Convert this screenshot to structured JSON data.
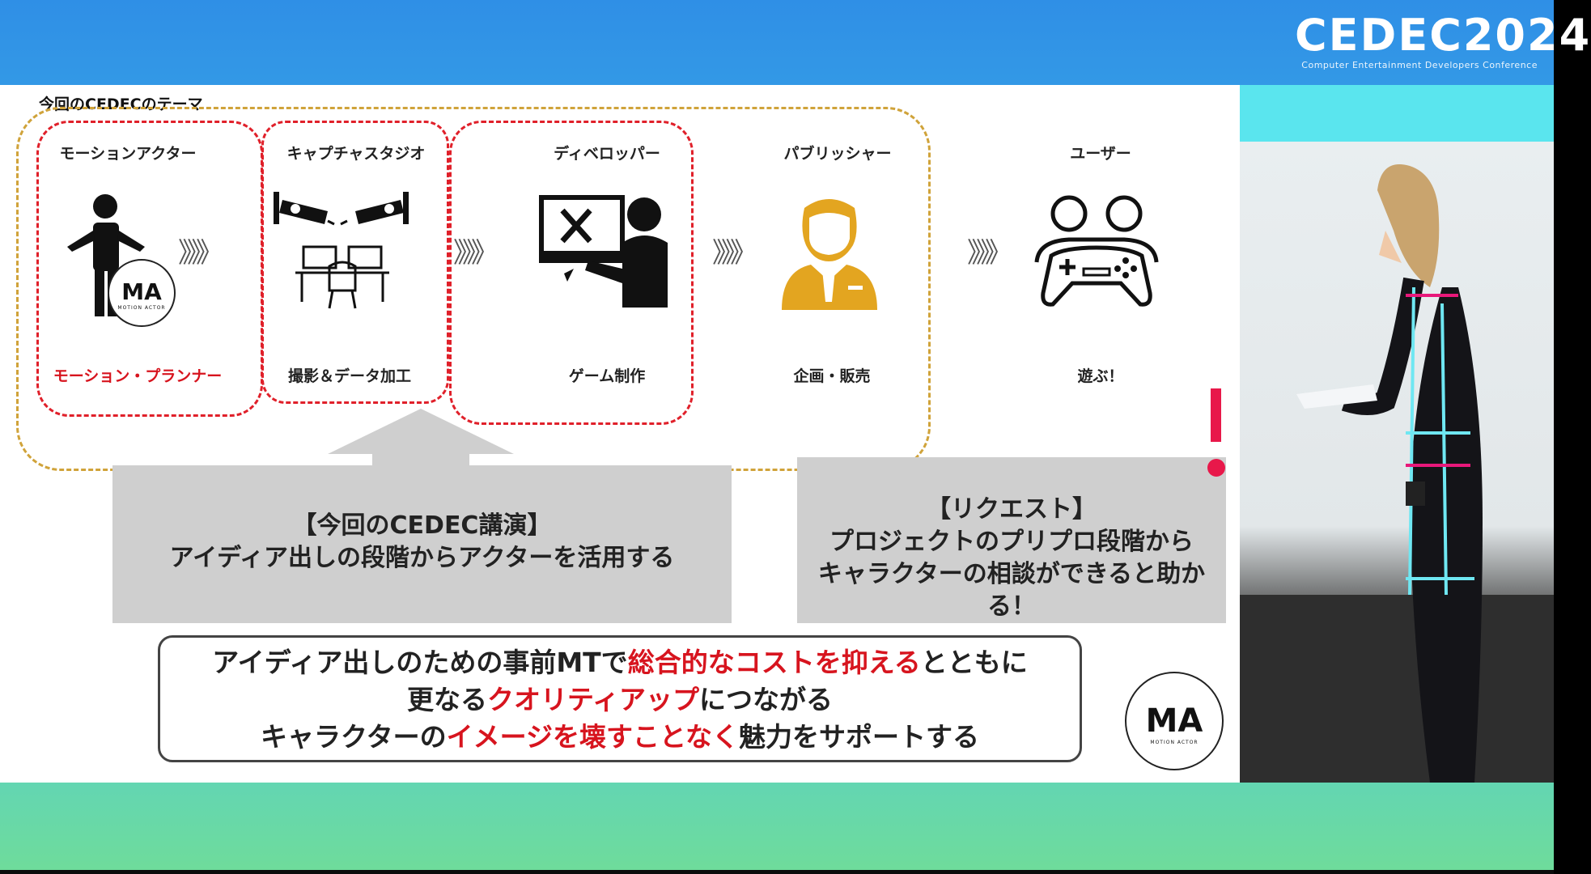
{
  "event_logo": {
    "main": "CEDEC2024",
    "sub": "Computer Entertainment Developers Conference"
  },
  "slide": {
    "theme_title": "今回のCEDECのテーマ",
    "steps": [
      {
        "title": "モーションアクター",
        "subtitle": "モーション・プランナー",
        "icon": "motion-actor-icon"
      },
      {
        "title": "キャプチャスタジオ",
        "subtitle": "撮影＆データ加工",
        "icon": "capture-studio-icon"
      },
      {
        "title": "ディベロッパー",
        "subtitle": "ゲーム制作",
        "icon": "developer-icon"
      },
      {
        "title": "パブリッシャー",
        "subtitle": "企画・販売",
        "icon": "publisher-icon"
      },
      {
        "title": "ユーザー",
        "subtitle": "遊ぶ！",
        "icon": "user-gamepad-icon"
      }
    ],
    "chevron": "》》》",
    "lecture_box": {
      "line1": "【今回のCEDEC講演】",
      "line2": "アイディア出しの段階からアクターを活用する"
    },
    "request_box": {
      "line1": "【リクエスト】",
      "line2": "プロジェクトのプリプロ段階から",
      "line3": "キャラクターの相談ができると助かる！"
    },
    "summary": {
      "l1a": "アイディア出しのための事前MTで",
      "l1b": "総合的なコストを抑える",
      "l1c": "とともに",
      "l2a": "更なる",
      "l2b": "クオリティアップ",
      "l2c": "につながる",
      "l3a": "キャラクターの",
      "l3b": "イメージを壊すことなく",
      "l3c": "魅力をサポートする"
    },
    "ma_logo": {
      "mark": "MA",
      "text": "MOTION ACTOR"
    }
  },
  "colors": {
    "accent_red": "#d7141e",
    "gold_dash": "#d0a33a",
    "publisher_gold": "#e3a520",
    "exclaim_pink": "#e8184a"
  }
}
